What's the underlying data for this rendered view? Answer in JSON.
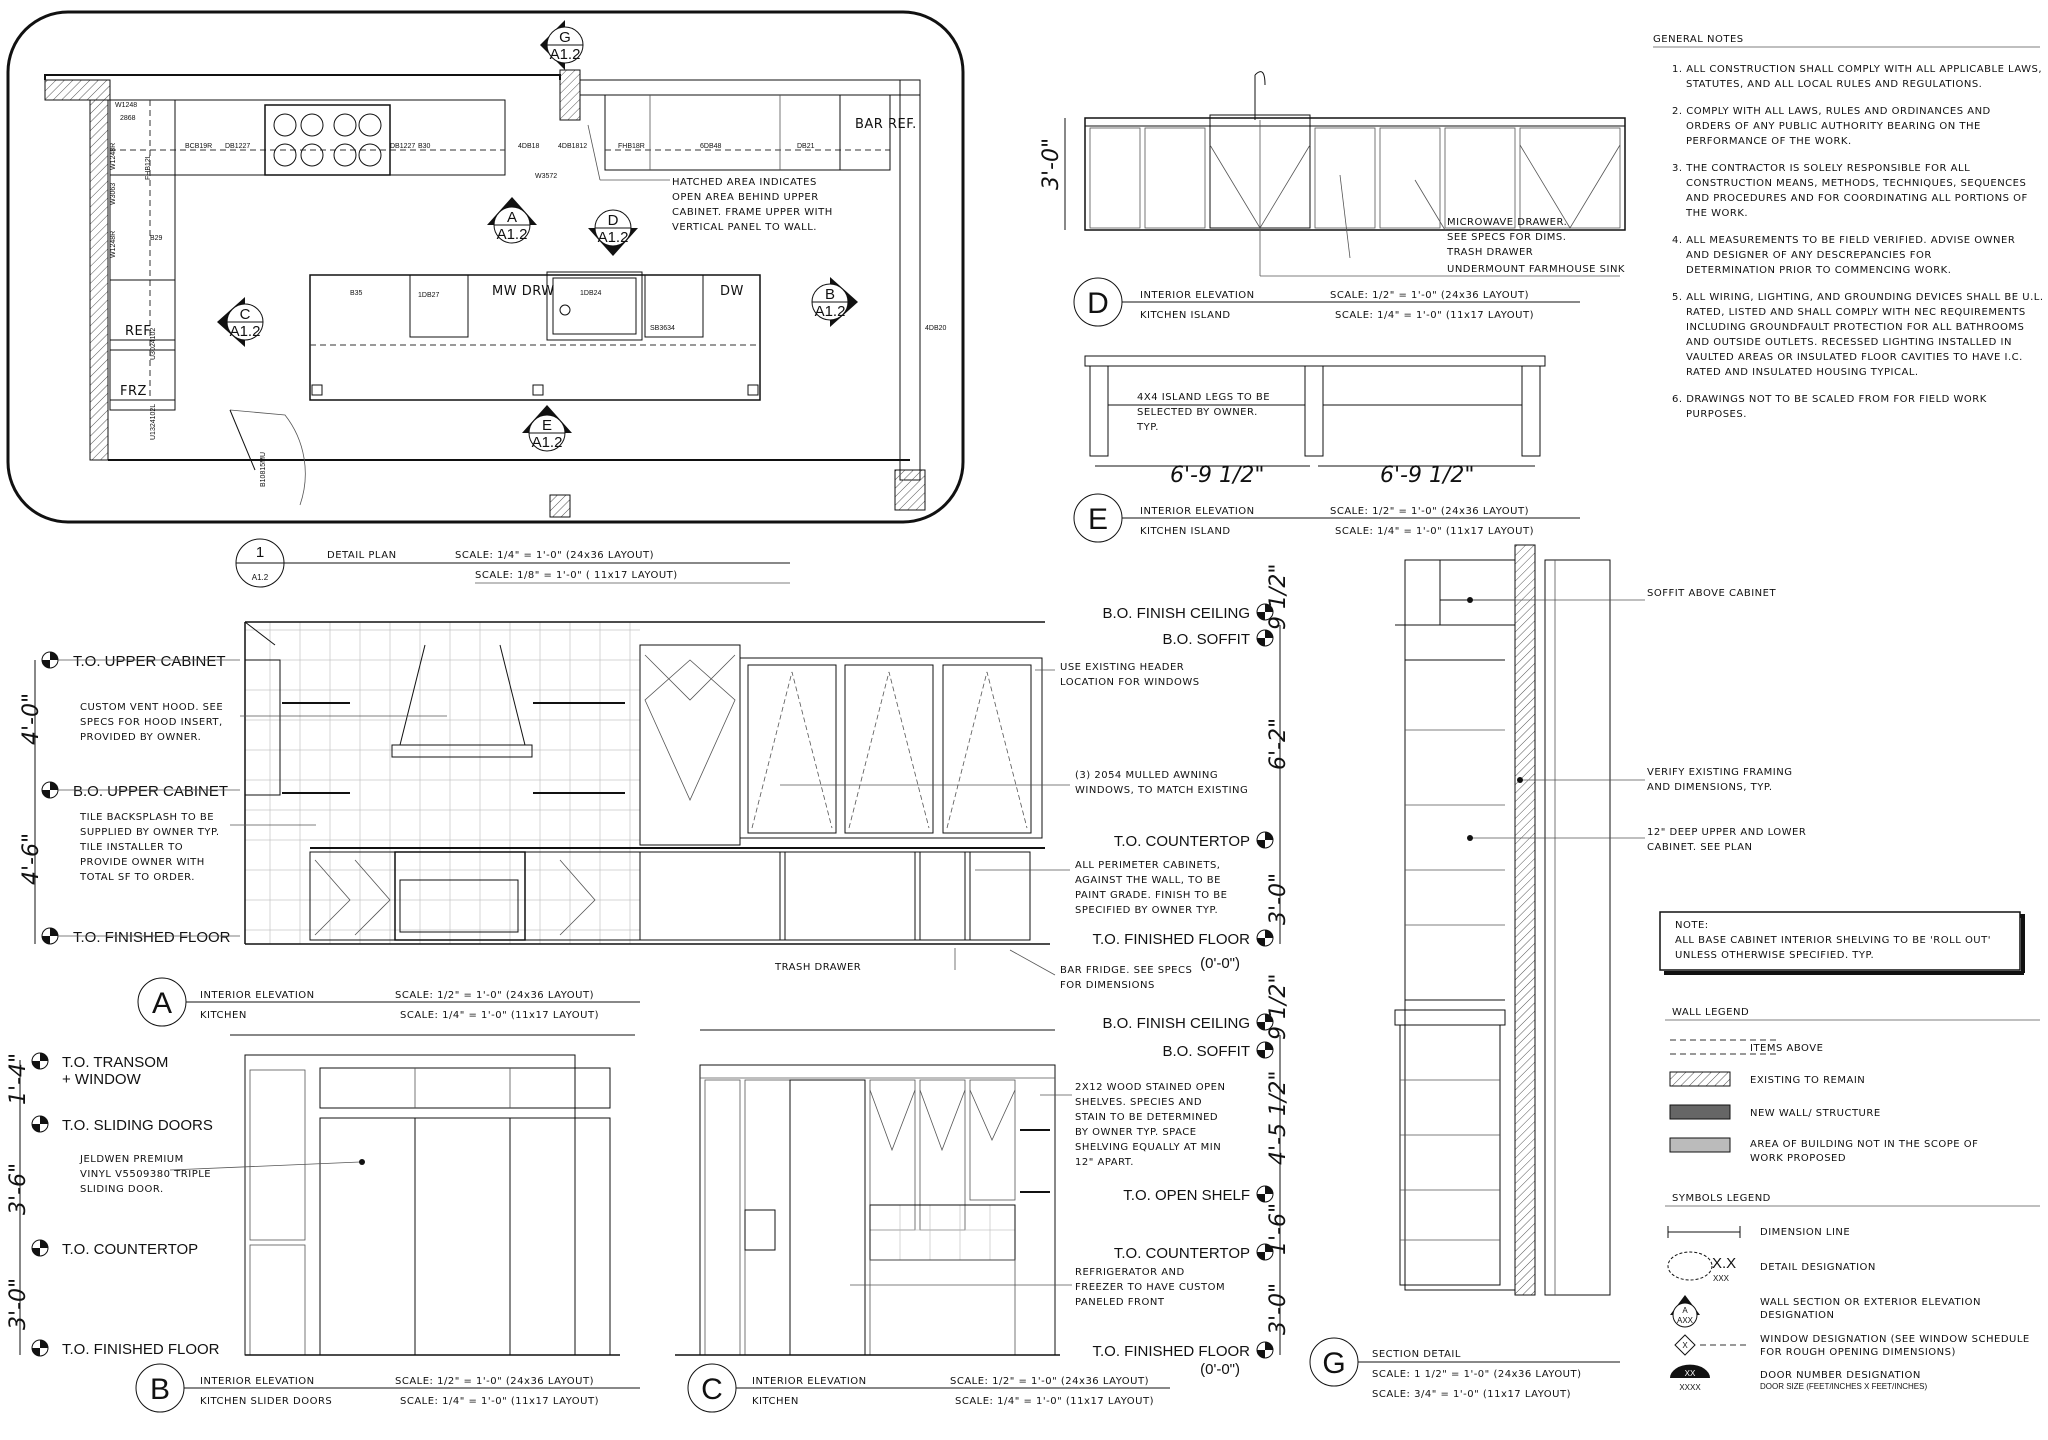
{
  "plan": {
    "labels": [
      "W1248",
      "BCB19R",
      "DB1227",
      "DB1227",
      "B30",
      "4DB18",
      "4DB1812",
      "FHB18R",
      "6DB48",
      "DB21",
      "BAR REF.",
      "W3572",
      "W1248R",
      "FHB12L",
      "W3063",
      "B29",
      "W1248R",
      "REF",
      "U3024102",
      "FRZ",
      "U1324102L",
      "B35",
      "1DB27",
      "MW DRW",
      "1DB24",
      "SB3634",
      "DW",
      "4DB20",
      "B10815MU",
      "2868"
    ],
    "note": "HATCHED AREA INDICATES OPEN AREA BEHIND UPPER CABINET. FRAME UPPER WITH VERTICAL PANEL TO WALL.",
    "markers": [
      {
        "letter": "G",
        "sheet": "A1.2"
      },
      {
        "letter": "A",
        "sheet": "A1.2"
      },
      {
        "letter": "D",
        "sheet": "A1.2"
      },
      {
        "letter": "C",
        "sheet": "A1.2"
      },
      {
        "letter": "B",
        "sheet": "A1.2"
      },
      {
        "letter": "E",
        "sheet": "A1.2"
      }
    ],
    "title_num": "1",
    "title_sheet": "A1.2",
    "title": "DETAIL PLAN",
    "scale1": "SCALE: 1/4\" = 1'-0\" (24x36 LAYOUT)",
    "scale2": "SCALE: 1/8\" = 1'-0\" ( 11x17 LAYOUT)"
  },
  "elevD": {
    "letter": "D",
    "title1": "INTERIOR ELEVATION",
    "title2": "KITCHEN ISLAND",
    "scale1": "SCALE: 1/2\" = 1'-0\" (24x36 LAYOUT)",
    "scale2": "SCALE: 1/4\" = 1'-0\" (11x17 LAYOUT)",
    "dim": "3'-0\"",
    "notes": [
      "MICROWAVE DRAWER.",
      "SEE SPECS FOR DIMS.",
      "TRASH DRAWER",
      "UNDERMOUNT FARMHOUSE SINK"
    ]
  },
  "elevE": {
    "letter": "E",
    "title1": "INTERIOR ELEVATION",
    "title2": "KITCHEN ISLAND",
    "scale1": "SCALE: 1/2\" = 1'-0\" (24x36 LAYOUT)",
    "scale2": "SCALE: 1/4\" = 1'-0\" (11x17 LAYOUT)",
    "dim1": "6'-9 1/2\"",
    "dim2": "6'-9 1/2\"",
    "note": "4X4 ISLAND LEGS TO BE SELECTED BY OWNER. TYP."
  },
  "notes": {
    "header": "GENERAL NOTES",
    "items": [
      [
        "1. ALL CONSTRUCTION SHALL COMPLY WITH ALL APPLICABLE LAWS,",
        "STATUTES, AND ALL LOCAL RULES AND REGULATIONS."
      ],
      [
        "2. COMPLY WITH ALL LAWS, RULES AND ORDINANCES AND",
        "ORDERS OF ANY PUBLIC AUTHORITY BEARING ON THE",
        "PERFORMANCE OF THE WORK."
      ],
      [
        "3. THE CONTRACTOR IS SOLELY RESPONSIBLE FOR ALL",
        "CONSTRUCTION MEANS, METHODS, TECHNIQUES, SEQUENCES",
        "AND PROCEDURES AND FOR COORDINATING ALL PORTIONS OF",
        "THE WORK."
      ],
      [
        "4. ALL MEASUREMENTS TO BE FIELD VERIFIED. ADVISE OWNER",
        "AND DESIGNER OF ANY DESCREPANCIES FOR",
        "DETERMINATION PRIOR TO COMMENCING WORK."
      ],
      [
        "5. ALL WIRING, LIGHTING, AND GROUNDING DEVICES SHALL BE U.L.",
        "RATED, LISTED AND SHALL COMPLY WITH  NEC REQUIREMENTS",
        "INCLUDING GROUNDFAULT PROTECTION FOR ALL BATHROOMS",
        "AND OUTSIDE OUTLETS. RECESSED LIGHTING INSTALLED IN",
        "VAULTED AREAS OR INSULATED FLOOR CAVITIES TO HAVE I.C.",
        "RATED AND INSULATED HOUSING TYPICAL."
      ],
      [
        "6. DRAWINGS NOT TO BE SCALED FROM FOR FIELD WORK",
        "PURPOSES."
      ]
    ]
  },
  "elevA": {
    "letter": "A",
    "title1": "INTERIOR ELEVATION",
    "title2": "KITCHEN",
    "scale1": "SCALE: 1/2\" = 1'-0\" (24x36 LAYOUT)",
    "scale2": "SCALE: 1/4\" = 1'-0\" (11x17 LAYOUT)",
    "levels_left": [
      "T.O. UPPER CABINET",
      "B.O. UPPER CABINET",
      "T.O. FINISHED FLOOR"
    ],
    "dims_left": [
      "4'-0\"",
      "4'-6\""
    ],
    "levels_right": [
      "B.O. FINISH CEILING",
      "B.O. SOFFIT",
      "T.O. COUNTERTOP",
      "T.O. FINISHED FLOOR",
      "(0'-0\")"
    ],
    "dims_right": [
      "9 1/2\"",
      "6'-2\"",
      "3'-0\""
    ],
    "note_hood": [
      "CUSTOM VENT HOOD. SEE",
      "SPECS FOR HOOD INSERT,",
      "PROVIDED BY OWNER."
    ],
    "note_tile": [
      "TILE BACKSPLASH TO BE",
      "SUPPLIED BY OWNER TYP.",
      "TILE INSTALLER TO",
      "PROVIDE OWNER WITH",
      "TOTAL SF TO ORDER."
    ],
    "note_header": [
      "USE EXISTING HEADER",
      "LOCATION FOR WINDOWS"
    ],
    "note_windows": [
      "(3) 2054 MULLED AWNING",
      "WINDOWS, TO MATCH EXISTING"
    ],
    "note_cab": [
      "ALL PERIMETER CABINETS,",
      "AGAINST THE WALL, TO BE",
      "PAINT GRADE. FINISH TO BE",
      "SPECIFIED BY OWNER TYP."
    ],
    "note_trash": "TRASH DRAWER",
    "note_fridge": [
      "BAR FRIDGE. SEE SPECS",
      "FOR DIMENSIONS"
    ]
  },
  "elevB": {
    "letter": "B",
    "title1": "INTERIOR ELEVATION",
    "title2": "KITCHEN SLIDER DOORS",
    "scale1": "SCALE: 1/2\" = 1'-0\" (24x36 LAYOUT)",
    "scale2": "SCALE: 1/4\" = 1'-0\" (11x17 LAYOUT)",
    "levels": [
      "T.O. TRANSOM",
      "+ WINDOW",
      "T.O. SLIDING DOORS",
      "T.O. COUNTERTOP",
      "T.O. FINISHED FLOOR"
    ],
    "dims": [
      "1'-4\"",
      "3'-6\"",
      "3'-0\""
    ],
    "note": [
      "JELDWEN PREMIUM",
      "VINYL V5509380 TRIPLE",
      "SLIDING DOOR."
    ]
  },
  "elevC": {
    "letter": "C",
    "title1": "INTERIOR ELEVATION",
    "title2": "KITCHEN",
    "scale1": "SCALE: 1/2\" = 1'-0\" (24x36 LAYOUT)",
    "scale2": "SCALE: 1/4\" = 1'-0\" (11x17 LAYOUT)",
    "levels": [
      "B.O. FINISH CEILING",
      "B.O. SOFFIT",
      "T.O. OPEN SHELF",
      "T.O. COUNTERTOP",
      "T.O. FINISHED FLOOR",
      "(0'-0\")"
    ],
    "dims": [
      "9 1/2\"",
      "4'-5 1/2\"",
      "1'-6\"",
      "3'-0\""
    ],
    "note_shelves": [
      "2X12 WOOD STAINED OPEN",
      "SHELVES. SPECIES AND",
      "STAIN TO BE DETERMINED",
      "BY OWNER TYP. SPACE",
      "SHELVING EQUALLY AT MIN",
      "12\" APART."
    ],
    "note_fridge": [
      "REFRIGERATOR AND",
      "FREEZER TO HAVE CUSTOM",
      "PANELED FRONT"
    ]
  },
  "section": {
    "letter": "G",
    "title": "SECTION DETAIL",
    "scale1": "SCALE: 1 1/2\" = 1'-0\" (24x36 LAYOUT)",
    "scale2": "SCALE: 3/4\" = 1'-0\" (11x17 LAYOUT)",
    "note_soffit": "SOFFIT ABOVE CABINET",
    "note_framing": [
      "VERIFY EXISTING FRAMING",
      "AND DIMENSIONS, TYP."
    ],
    "note_cab": [
      "12\" DEEP UPPER AND LOWER",
      "CABINET. SEE PLAN"
    ]
  },
  "shelving_note": {
    "label": "NOTE:",
    "lines": [
      "ALL BASE CABINET INTERIOR SHELVING TO BE 'ROLL OUT'",
      "UNLESS OTHERWISE SPECIFIED. TYP."
    ]
  },
  "wall_legend": {
    "header": "WALL LEGEND",
    "items": [
      "ITEMS ABOVE",
      "EXISTING TO REMAIN",
      "NEW WALL/ STRUCTURE",
      "AREA OF BUILDING NOT IN THE SCOPE OF",
      "WORK PROPOSED"
    ]
  },
  "symbols_legend": {
    "header": "SYMBOLS LEGEND",
    "items": [
      "DIMENSION LINE",
      "DETAIL DESIGNATION",
      "WALL SECTION OR EXTERIOR ELEVATION",
      "DESIGNATION",
      "WINDOW DESIGNATION (SEE WINDOW SCHEDULE",
      "FOR ROUGH OPENING DIMENSIONS)",
      "DOOR NUMBER DESIGNATION",
      "DOOR SIZE (FEET/INCHES X FEET/INCHES)"
    ],
    "detail_tag": "X.X",
    "detail_sub": "XXX",
    "marker_tag": "A",
    "marker_sub": "AXX",
    "window_tag": "X",
    "door_tag": "XX",
    "door_sub": "XXXX"
  }
}
